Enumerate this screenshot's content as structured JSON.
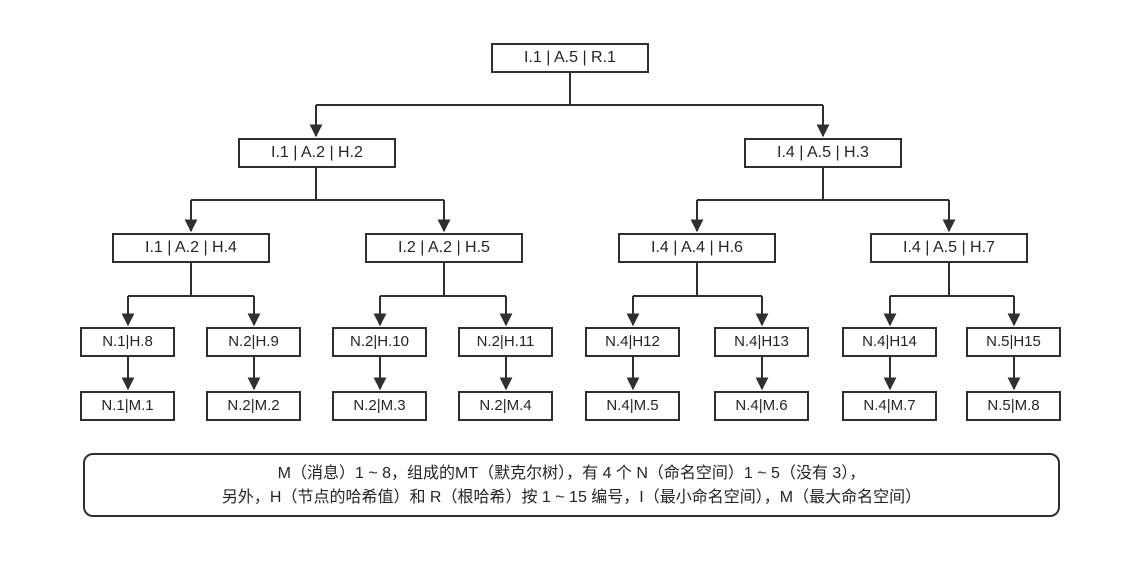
{
  "tree": {
    "root": {
      "label": "I.1 | A.5 | R.1"
    },
    "level2": [
      {
        "label": "I.1 | A.2 | H.2"
      },
      {
        "label": "I.4 | A.5 | H.3"
      }
    ],
    "level3": [
      {
        "label": "I.1 | A.2 | H.4"
      },
      {
        "label": "I.2 | A.2 | H.5"
      },
      {
        "label": "I.4 | A.4 | H.6"
      },
      {
        "label": "I.4 | A.5 | H.7"
      }
    ],
    "level4": [
      {
        "label": "N.1|H.8"
      },
      {
        "label": "N.2|H.9"
      },
      {
        "label": "N.2|H.10"
      },
      {
        "label": "N.2|H.11"
      },
      {
        "label": "N.4|H12"
      },
      {
        "label": "N.4|H13"
      },
      {
        "label": "N.4|H14"
      },
      {
        "label": "N.5|H15"
      }
    ],
    "level5": [
      {
        "label": "N.1|M.1"
      },
      {
        "label": "N.2|M.2"
      },
      {
        "label": "N.2|M.3"
      },
      {
        "label": "N.2|M.4"
      },
      {
        "label": "N.4|M.5"
      },
      {
        "label": "N.4|M.6"
      },
      {
        "label": "N.4|M.7"
      },
      {
        "label": "N.5|M.8"
      }
    ]
  },
  "note": {
    "line1": "M（消息）1 ~ 8，组成的MT（默克尔树），有 4 个 N（命名空间）1 ~ 5（没有 3），",
    "line2": "另外，H（节点的哈希值）和 R（根哈希）按 1 ~ 15 编号，I（最小命名空间），M（最大命名空间）"
  },
  "colors": {
    "line": "#2f2f2f",
    "box_border": "#2f2f2f",
    "box_fill": "#ffffff",
    "text": "#252525",
    "background": "#ffffff"
  }
}
